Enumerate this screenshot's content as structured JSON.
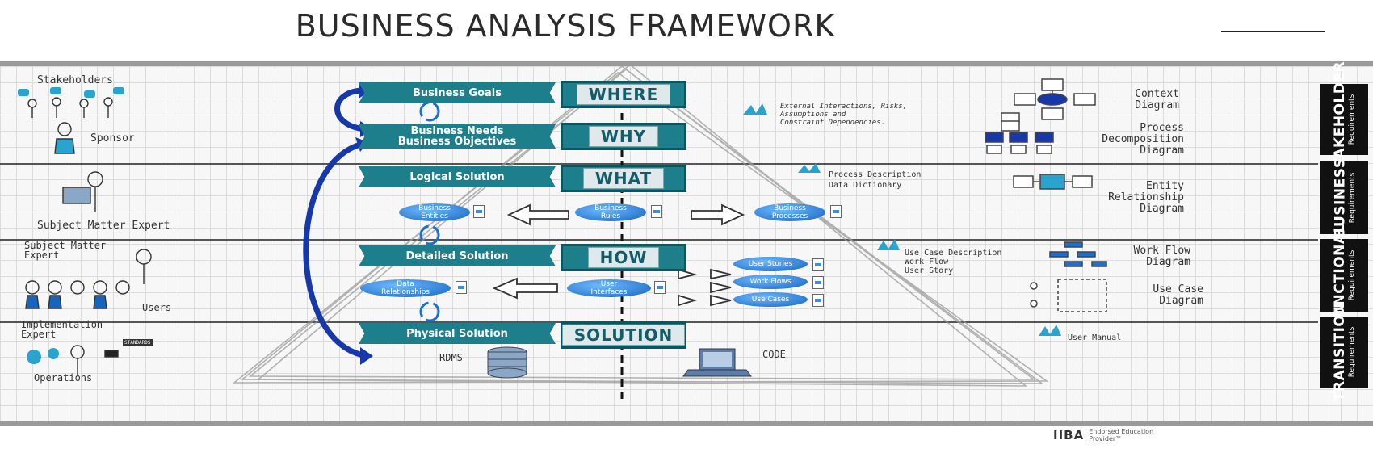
{
  "title": "BUSINESS ANALYSIS FRAMEWORK",
  "roles": {
    "stakeholders": "Stakeholders",
    "sponsor": "Sponsor",
    "sme_1": "Subject Matter Expert",
    "sme_2": "Subject Matter\nExpert",
    "users": "Users",
    "implementation": "Implementation\nExpert",
    "operations": "Operations",
    "sign": "STANDARDS"
  },
  "levels": [
    {
      "tag": "Business Goals",
      "stage": "WHERE"
    },
    {
      "tag": "Business Needs\nBusiness Objectives",
      "stage": "WHY"
    },
    {
      "tag": "Logical Solution",
      "stage": "WHAT"
    },
    {
      "tag": "Detailed Solution",
      "stage": "HOW"
    },
    {
      "tag": "Physical Solution",
      "stage": "SOLUTION"
    }
  ],
  "logical_nodes": [
    "Business\nEntities",
    "Business\nRules",
    "Business\nProcesses"
  ],
  "detailed_nodes": [
    "Data\nRelationships",
    "User\nInterfaces"
  ],
  "detail_pills": [
    "User Stories",
    "Work Flows",
    "Use Cases"
  ],
  "physical": {
    "rdms": "RDMS",
    "code": "CODE"
  },
  "notes": {
    "stakeholder": "External Interactions, Risks,\nAssumptions and\nConstraint Dependencies.",
    "business": "Process Description\nData Dictionary",
    "functional": "Use Case Description\nWork Flow\nUser Story",
    "transition": "User Manual"
  },
  "diagrams": {
    "context": "Context\nDiagram",
    "decomposition": "Process\nDecomposition\nDiagram",
    "entity": "Entity\nRelationship\nDiagram",
    "workflow": "Work Flow\nDiagram",
    "usecase": "Use Case\nDiagram"
  },
  "sidebar": [
    {
      "title": "STAKEHOLDER",
      "sub": "Requirements"
    },
    {
      "title": "BUSINESS",
      "sub": "Requirements"
    },
    {
      "title": "FUNCTIONAL",
      "sub": "Requirements"
    },
    {
      "title": "TRANSITION",
      "sub": "Requirements"
    }
  ],
  "footer": {
    "logo": "IIBA",
    "line1": "Endorsed Education",
    "line2": "Provider™"
  },
  "colors": {
    "teal": "#1d7f8c",
    "blue": "#1565c0",
    "dark": "#111111"
  }
}
